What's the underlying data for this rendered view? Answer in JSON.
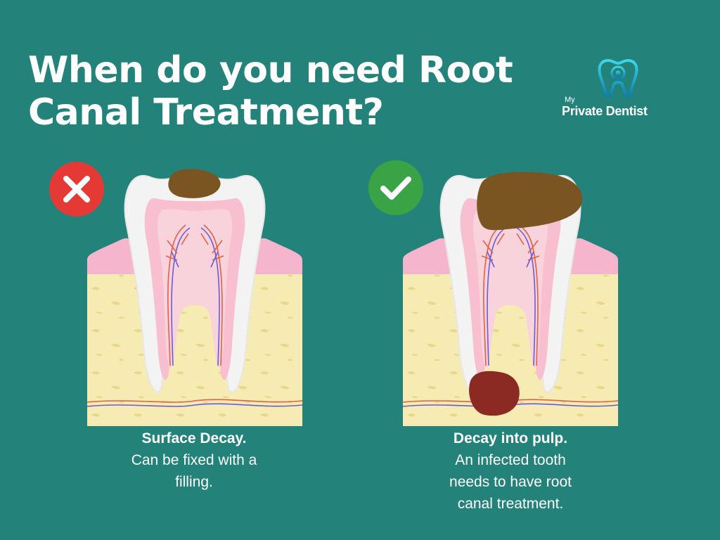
{
  "title": {
    "line1": "When do you need Root",
    "line2": "Canal Treatment?"
  },
  "logo": {
    "small_text": "My",
    "brand_text": "Private Dentist",
    "icon": "tooth-logo-icon"
  },
  "colors": {
    "background": "#23837A",
    "cross_badge": "#E53935",
    "check_badge": "#3AA345",
    "decay": "#7A5521",
    "abscess": "#8B2A22",
    "gum": "#F5B5CC",
    "bone": "#F5EBB3"
  },
  "panels": [
    {
      "badge_icon": "cross-icon",
      "caption_title": "Surface Decay.",
      "caption_body": "Can be fixed with a filling."
    },
    {
      "badge_icon": "check-icon",
      "caption_title": "Decay into pulp.",
      "caption_body": "An infected tooth needs to have root canal treatment."
    }
  ]
}
